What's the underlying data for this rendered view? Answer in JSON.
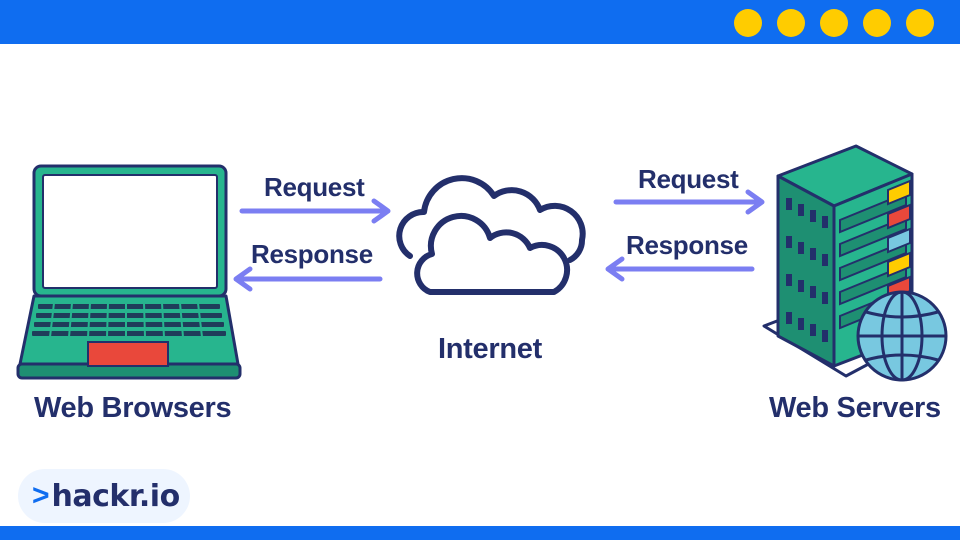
{
  "colors": {
    "accent_blue": "#0f6df0",
    "dot_yellow": "#ffcc00",
    "navy": "#232f6b",
    "arrow": "#7b7ef2",
    "teal": "#27b58e",
    "teal_dark": "#1e8f72",
    "red_pad": "#e9483b",
    "globe": "#78c8e0"
  },
  "header": {
    "dot_count": 5
  },
  "diagram": {
    "left_node": {
      "label": "Web Browsers",
      "icon": "laptop-icon"
    },
    "center_node": {
      "label": "Internet",
      "icon": "cloud-icon"
    },
    "right_node": {
      "label": "Web Servers",
      "icon": "server-globe-icon"
    },
    "left_arrows": {
      "request": "Request",
      "response": "Response"
    },
    "right_arrows": {
      "request": "Request",
      "response": "Response"
    }
  },
  "brand": {
    "prefix": ">",
    "name": "hackr.io"
  }
}
